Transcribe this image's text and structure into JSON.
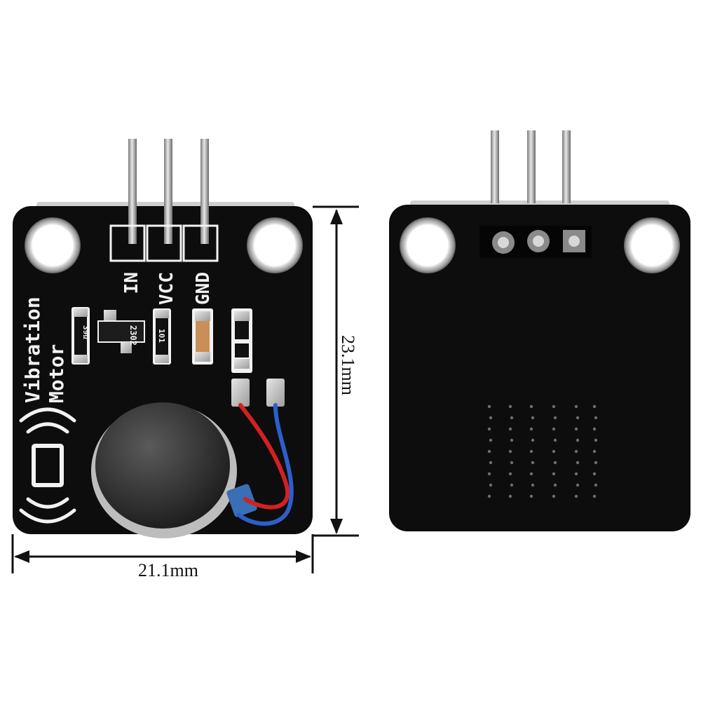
{
  "front_board": {
    "title_line1": "Vibration",
    "title_line2": "Motor",
    "pins": [
      {
        "label": "IN"
      },
      {
        "label": "VCC"
      },
      {
        "label": "GND"
      }
    ],
    "component_codes": {
      "resistor_left": "39Ω",
      "transistor": "2302",
      "resistor_mid": "101"
    }
  },
  "dimensions": {
    "height_label": "23.1mm",
    "width_label": "21.1mm"
  },
  "colors": {
    "pcb": "#0d0d0d",
    "silkscreen": "#f2f2f2",
    "pin_metal": "#b8b8b8",
    "wire_red": "#d42020",
    "wire_blue": "#2c5fc9"
  }
}
